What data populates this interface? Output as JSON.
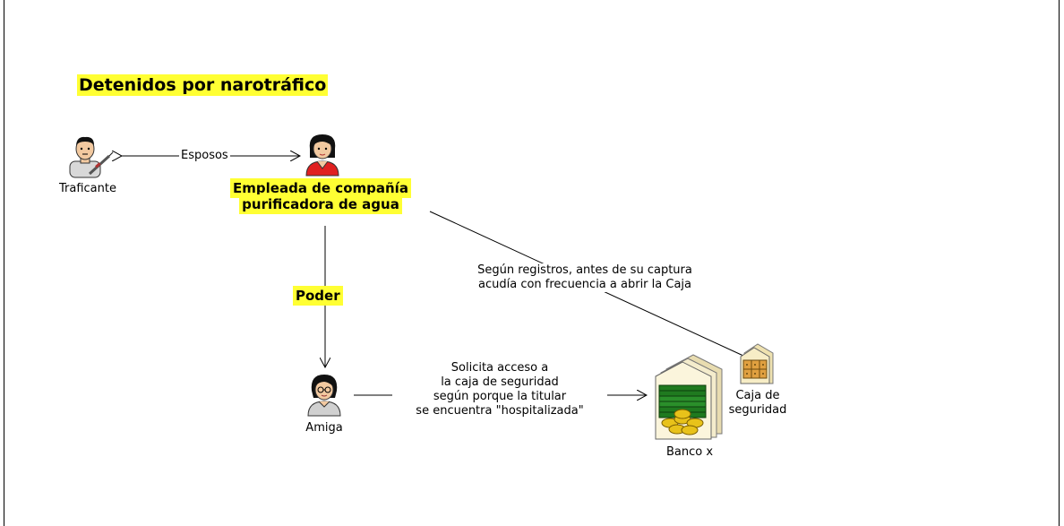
{
  "title": "Detenidos por narotráfico",
  "nodes": {
    "traficante": {
      "label": "Traficante",
      "icon": "man-with-syringe-icon"
    },
    "empleada": {
      "label_line1": "Empleada de compañía",
      "label_line2": "purificadora de agua",
      "icon": "woman-red-shirt-icon"
    },
    "amiga": {
      "label": "Amiga",
      "icon": "woman-glasses-icon"
    },
    "banco": {
      "label": "Banco x",
      "icon": "bank-money-icon"
    },
    "caja": {
      "label_line1": "Caja de",
      "label_line2": "seguridad",
      "icon": "safe-deposit-box-icon"
    }
  },
  "edges": {
    "esposos": {
      "label": "Esposos"
    },
    "poder": {
      "label": "Poder"
    },
    "registros": {
      "line1": "Según registros, antes de su captura",
      "line2": "acudía con frecuencia a abrir la Caja"
    },
    "solicita": {
      "line1": "Solicita acceso a",
      "line2": "la caja de seguridad",
      "line3": "según porque la titular",
      "line4": "se encuentra \"hospitalizada\""
    }
  },
  "colors": {
    "highlight": "#ffff33",
    "line": "#000000",
    "money_green": "#1f7a1f",
    "coin_gold": "#e8c21a"
  }
}
